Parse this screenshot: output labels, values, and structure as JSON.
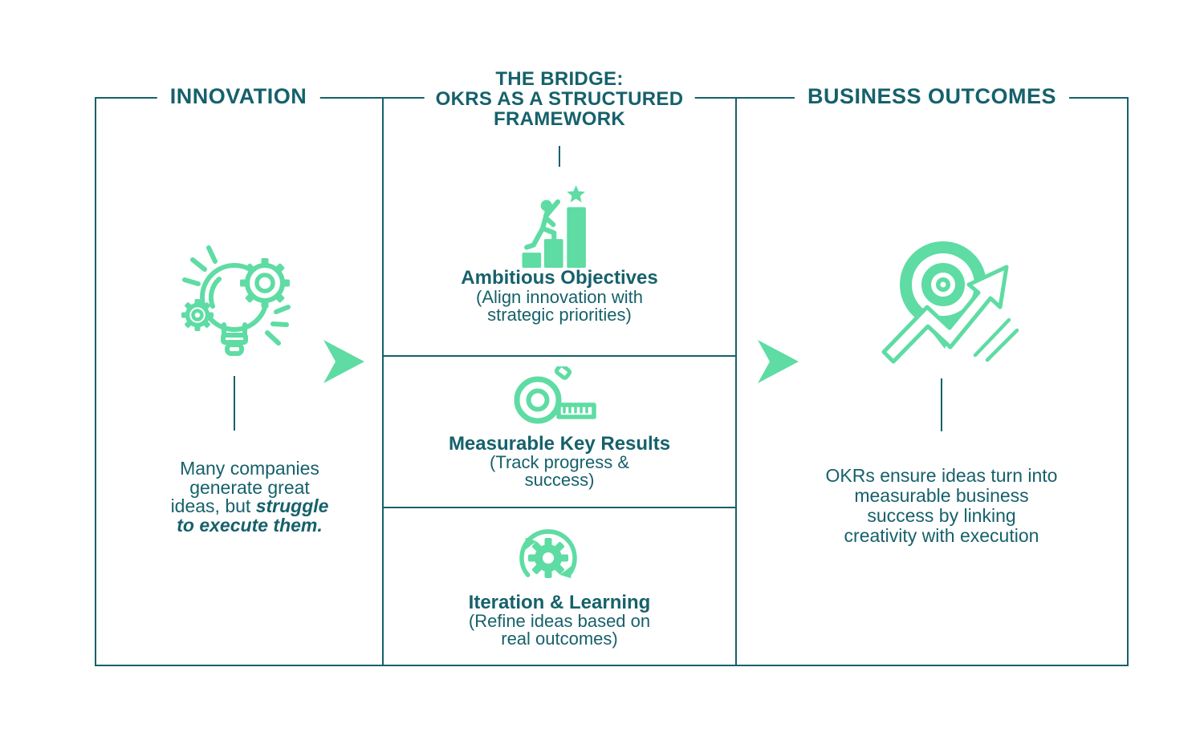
{
  "colors": {
    "teal": "#16616B",
    "green": "#5EDCA3"
  },
  "innovation": {
    "title": "INNOVATION",
    "icon": "lightbulb-gears-icon",
    "desc": {
      "l1": "Many companies",
      "l2": "generate great",
      "l3a": "ideas, but ",
      "l3b": "struggle",
      "l4": "to execute them."
    }
  },
  "bridge": {
    "title": {
      "l1": "THE BRIDGE:",
      "l2": "OKRS AS A STRUCTURED",
      "l3": "FRAMEWORK"
    },
    "items": [
      {
        "icon": "climb-growth-star-icon",
        "heading": "Ambitious Objectives",
        "sub1": "(Align innovation with",
        "sub2": "strategic priorities)"
      },
      {
        "icon": "measuring-tape-icon",
        "heading": "Measurable Key Results",
        "sub1": "(Track progress &",
        "sub2": "success)"
      },
      {
        "icon": "iteration-gears-icon",
        "heading": "Iteration & Learning",
        "sub1": "(Refine ideas based on",
        "sub2": "real outcomes)"
      }
    ]
  },
  "outcomes": {
    "title": "BUSINESS OUTCOMES",
    "icon": "target-growth-arrow-icon",
    "desc": {
      "l1": "OKRs ensure ideas turn into",
      "l2": "measurable business",
      "l3": "success by linking",
      "l4": "creativity with execution"
    }
  }
}
